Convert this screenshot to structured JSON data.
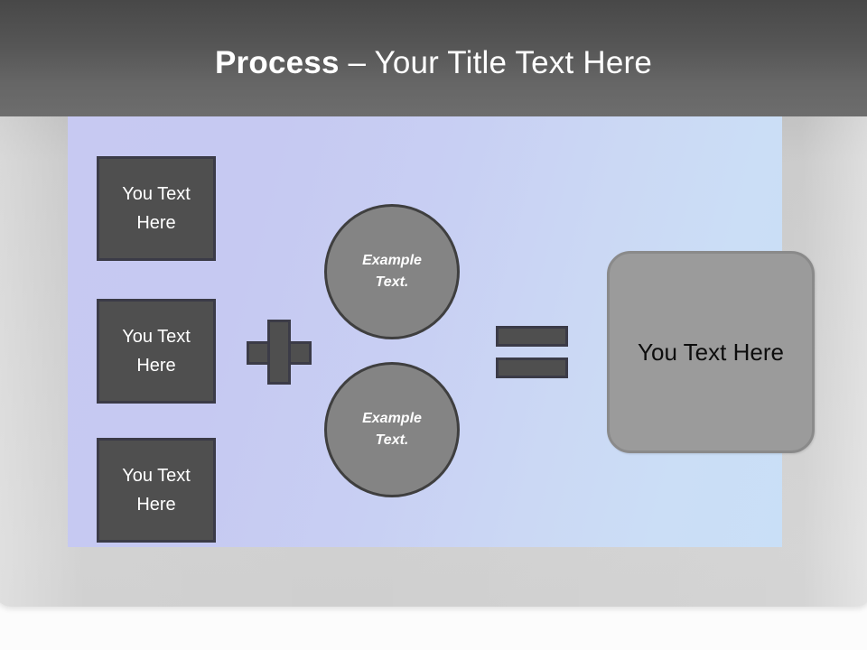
{
  "slide": {
    "title": {
      "strong": "Process",
      "separator": " – ",
      "light": "Your Title Text Here",
      "full": "Process – Your Title Text Here"
    },
    "colors": {
      "header_dark": "#484848",
      "header_light": "#6d6d6d",
      "panel_left": "#c7c9f2",
      "panel_right": "#c9dff7",
      "frame_gray": "#cccccc",
      "box_fill": "#4f4f4f",
      "box_border": "#3b3b47",
      "circle_fill": "#848484",
      "circle_border": "#3f3f3f",
      "result_fill": "#9b9b9b",
      "result_border": "#8a8a8a",
      "text_on_dark": "#ffffff",
      "text_on_light": "#0d0d0d"
    },
    "inputs": [
      {
        "label": "You Text Here"
      },
      {
        "label": "You Text Here"
      },
      {
        "label": "You Text Here"
      }
    ],
    "operators": {
      "plus": "+",
      "equals": "="
    },
    "factors": [
      {
        "line1": "Example",
        "line2": "Text."
      },
      {
        "line1": "Example",
        "line2": "Text."
      }
    ],
    "result": {
      "label": "You Text Here"
    }
  }
}
